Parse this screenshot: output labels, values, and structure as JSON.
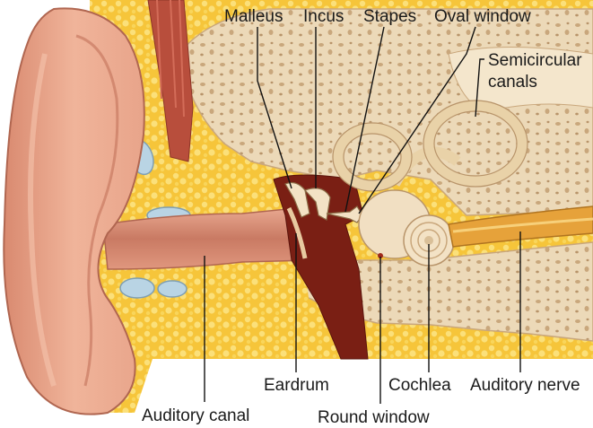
{
  "labels": {
    "malleus": "Malleus",
    "incus": "Incus",
    "stapes": "Stapes",
    "oval_window": "Oval window",
    "semicircular_line1": "Semicircular",
    "semicircular_line2": "canals",
    "eardrum": "Eardrum",
    "cochlea": "Cochlea",
    "auditory_nerve": "Auditory nerve",
    "auditory_canal": "Auditory canal",
    "round_window": "Round window"
  },
  "colors": {
    "skin": "#e9a98c",
    "skin_dark": "#c97a63",
    "fat": "#f6c53a",
    "bone": "#f1dfc2",
    "bone_spongy": "#d9bf98",
    "muscle": "#b84e3c",
    "cavity": "#7a1f14",
    "canal": "#d98f78",
    "nerve": "#e6a23a",
    "cartilage": "#b9d4e4"
  }
}
